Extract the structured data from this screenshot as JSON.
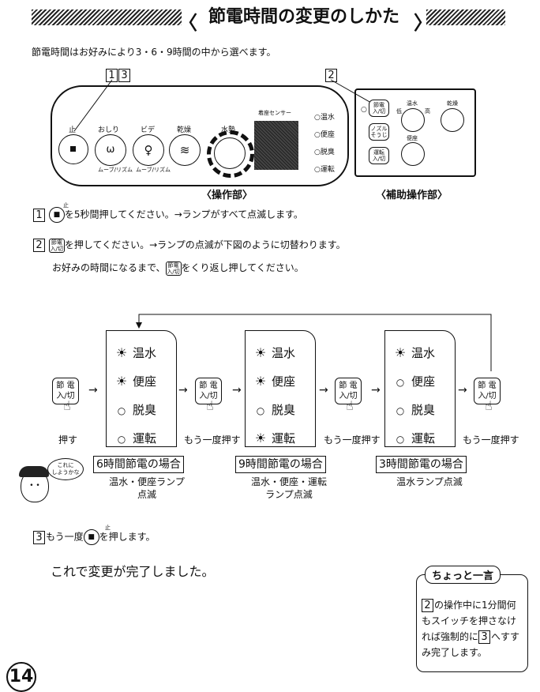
{
  "header": {
    "title": "節電時間の変更のしかた",
    "bracket_left": "〈",
    "bracket_right": "〉"
  },
  "intro": "節電時間はお好みにより3・6・9時間の中から選べます。",
  "callouts": {
    "main": [
      "1",
      "3"
    ],
    "aux": "2"
  },
  "main_panel": {
    "caption": "〈操作部〉",
    "stop_label": "止",
    "oshiri_label": "おしり",
    "bidet_label": "ビデ",
    "dry_label": "乾燥",
    "water_label": "水勢",
    "seat_sensor": "着座センサー",
    "lamps": [
      "温水",
      "便座",
      "脱臭",
      "運転"
    ],
    "sub_label": "ムーブ/リズム"
  },
  "aux_panel": {
    "caption": "〈補助操作部〉",
    "btn_power": "節電\n入/切",
    "btn_nozzle": "ノズル\nそうじ",
    "btn_run": "運転\n入/切",
    "dial_water": "温水",
    "dial_dry": "乾燥",
    "dial_seat": "便座",
    "dial_marks": [
      "低",
      "高"
    ]
  },
  "steps": {
    "s1_num": "1",
    "s1_text": "を5秒間押してください。→ランプがすべて点滅します。",
    "s1_icon_label": "止",
    "s2_num": "2",
    "s2_text": "を押してください。→ランプの点滅が下図のように切替わります。",
    "s2_line2_a": "お好みの時間になるまで、",
    "s2_line2_b": "をくり返し押してください。",
    "btn_label": "節電\n入/切",
    "s3_num": "3",
    "s3_a": "もう一度",
    "s3_b": "を押します。"
  },
  "flow": {
    "key_label": "節 電\n入/切",
    "push_first": "押す",
    "push_again": "もう一度押す",
    "lamp_names": [
      "温水",
      "便座",
      "脱臭",
      "運転"
    ],
    "modes": [
      {
        "title": "6時間節電の場合",
        "desc": "温水・便座ランプ\n点滅",
        "lit": [
          true,
          true,
          false,
          false
        ]
      },
      {
        "title": "9時間節電の場合",
        "desc": "温水・便座・運転\nランプ点滅",
        "lit": [
          true,
          true,
          false,
          true
        ]
      },
      {
        "title": "3時間節電の場合",
        "desc": "温水ランプ点滅",
        "lit": [
          true,
          false,
          false,
          false
        ]
      }
    ],
    "speech": "これに\nしようかな"
  },
  "complete": "これで変更が完了しました。",
  "note": {
    "title": "ちょっと一言",
    "num_a": "2",
    "text_a": "の操作中に1分間何もスイッチを押さなければ強制的に",
    "num_b": "3",
    "text_b": "へすすみ完了します。"
  },
  "page_number": "14"
}
